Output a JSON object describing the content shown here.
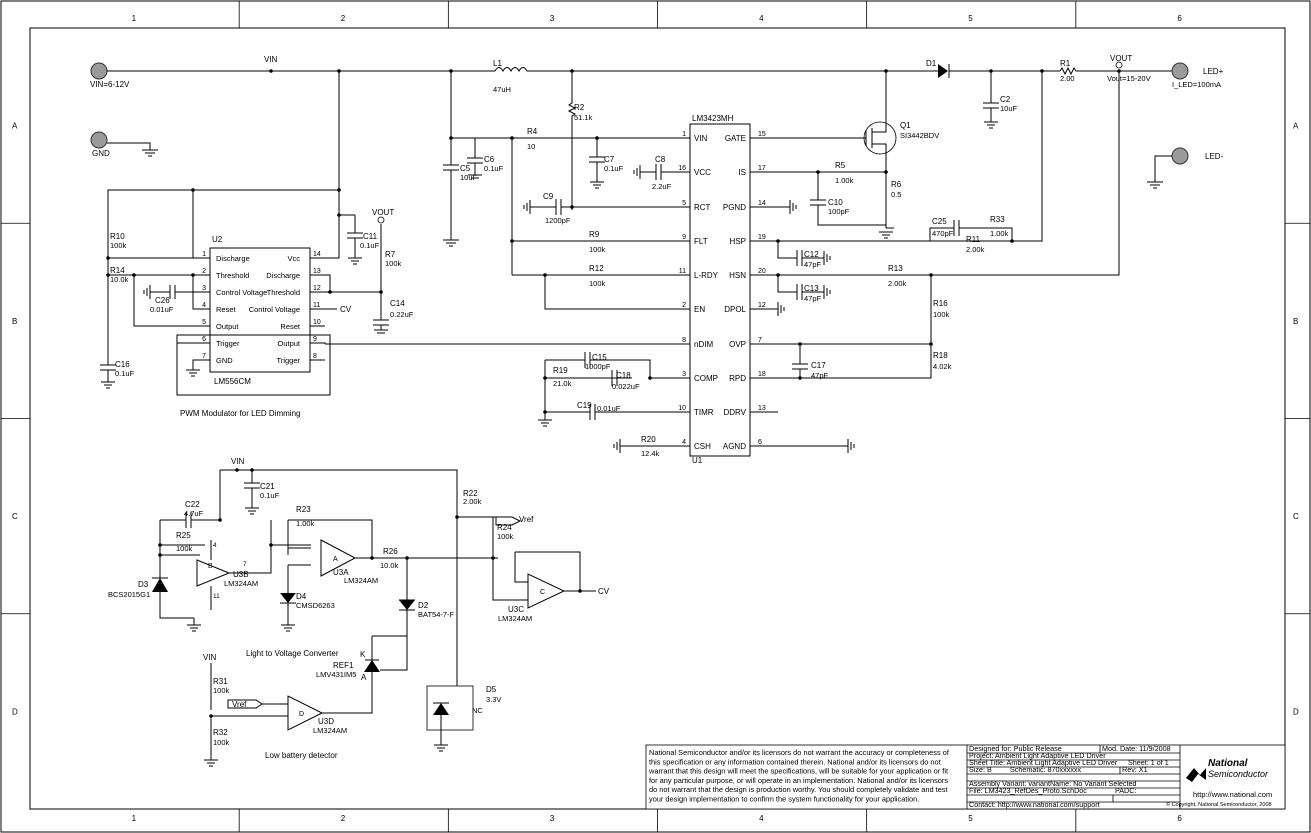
{
  "grid": {
    "columns": [
      "1",
      "2",
      "3",
      "4",
      "5",
      "6"
    ],
    "rows": [
      "A",
      "B",
      "C",
      "D"
    ]
  },
  "connectors": {
    "vin_pad": "VIN=6-12V",
    "gnd_pad": "GND",
    "led_plus": "LED+",
    "led_minus": "LED-",
    "vin_net": "VIN",
    "vout_net": "VOUT",
    "vout_range": "Vout=15-20V",
    "i_led": "I_LED=100mA"
  },
  "main_ic": {
    "part": "LM3423MH",
    "ref": "U1",
    "left_pins": [
      {
        "num": "1",
        "name": "VIN"
      },
      {
        "num": "16",
        "name": "VCC"
      },
      {
        "num": "5",
        "name": "RCT"
      },
      {
        "num": "9",
        "name": "FLT"
      },
      {
        "num": "11",
        "name": "L-RDY"
      },
      {
        "num": "2",
        "name": "EN"
      },
      {
        "num": "8",
        "name": "nDIM"
      },
      {
        "num": "3",
        "name": "COMP"
      },
      {
        "num": "10",
        "name": "TIMR"
      },
      {
        "num": "4",
        "name": "CSH"
      }
    ],
    "right_pins": [
      {
        "num": "15",
        "name": "GATE"
      },
      {
        "num": "17",
        "name": "IS"
      },
      {
        "num": "14",
        "name": "PGND"
      },
      {
        "num": "19",
        "name": "HSP"
      },
      {
        "num": "20",
        "name": "HSN"
      },
      {
        "num": "12",
        "name": "DPOL"
      },
      {
        "num": "7",
        "name": "OVP"
      },
      {
        "num": "18",
        "name": "RPD"
      },
      {
        "num": "13",
        "name": "DDRV"
      },
      {
        "num": "6",
        "name": "AGND"
      }
    ]
  },
  "timer_ic": {
    "ref": "U2",
    "part": "LM556CM",
    "left_pins": [
      {
        "num": "1",
        "name": "Discharge"
      },
      {
        "num": "2",
        "name": "Threshold"
      },
      {
        "num": "3",
        "name": "Control Voltage"
      },
      {
        "num": "4",
        "name": "Reset"
      },
      {
        "num": "5",
        "name": "Output"
      },
      {
        "num": "6",
        "name": "Trigger"
      },
      {
        "num": "7",
        "name": "GND"
      }
    ],
    "right_pins": [
      {
        "num": "14",
        "name": "Vcc"
      },
      {
        "num": "13",
        "name": "Discharge"
      },
      {
        "num": "12",
        "name": "Threshold"
      },
      {
        "num": "11",
        "name": "Control Voltage"
      },
      {
        "num": "10",
        "name": "Reset"
      },
      {
        "num": "9",
        "name": "Output"
      },
      {
        "num": "8",
        "name": "Trigger"
      }
    ],
    "caption": "PWM Modulator for LED Dimming"
  },
  "components": {
    "L1": {
      "ref": "L1",
      "value": "47uH"
    },
    "D1": {
      "ref": "D1"
    },
    "Q1": {
      "ref": "Q1",
      "value": "SI3442BDV"
    },
    "R1": {
      "ref": "R1",
      "value": "2.00"
    },
    "C2": {
      "ref": "C2",
      "value": "10uF"
    },
    "R2": {
      "ref": "R2",
      "value": "51.1k"
    },
    "R4": {
      "ref": "R4",
      "value": "10"
    },
    "C5": {
      "ref": "C5",
      "value": "10uF"
    },
    "C6": {
      "ref": "C6",
      "value": "0.1uF"
    },
    "C7": {
      "ref": "C7",
      "value": "0.1uF"
    },
    "C8": {
      "ref": "C8",
      "value": "2.2uF"
    },
    "C9": {
      "ref": "C9",
      "value": "1200pF"
    },
    "R5": {
      "ref": "R5",
      "value": "1.00k"
    },
    "R6": {
      "ref": "R6",
      "value": "0.5"
    },
    "C10": {
      "ref": "C10",
      "value": "100pF"
    },
    "C25": {
      "ref": "C25",
      "value": "470pF"
    },
    "R33": {
      "ref": "R33",
      "value": "1.00k"
    },
    "R11": {
      "ref": "R11",
      "value": "2.00k"
    },
    "C12": {
      "ref": "C12",
      "value": "47pF"
    },
    "C13": {
      "ref": "C13",
      "value": "47pF"
    },
    "R13": {
      "ref": "R13",
      "value": "2.00k"
    },
    "R16": {
      "ref": "R16",
      "value": "100k"
    },
    "R18": {
      "ref": "R18",
      "value": "4.02k"
    },
    "C17": {
      "ref": "C17",
      "value": "47pF"
    },
    "R9": {
      "ref": "R9",
      "value": "100k"
    },
    "R12": {
      "ref": "R12",
      "value": "100k"
    },
    "C15": {
      "ref": "C15",
      "value": "1000pF"
    },
    "R19": {
      "ref": "R19",
      "value": "21.0k"
    },
    "C18": {
      "ref": "C18",
      "value": "0.022uF"
    },
    "C19": {
      "ref": "C19",
      "value": "0.01uF"
    },
    "R20": {
      "ref": "R20",
      "value": "12.4k"
    },
    "R10": {
      "ref": "R10",
      "value": "100k"
    },
    "R14": {
      "ref": "R14",
      "value": "10.0k"
    },
    "C26": {
      "ref": "C26",
      "value": "0.01uF"
    },
    "C16": {
      "ref": "C16",
      "value": "0.1uF"
    },
    "C11": {
      "ref": "C11",
      "value": "0.1uF"
    },
    "R7": {
      "ref": "R7",
      "value": "100k"
    },
    "C14": {
      "ref": "C14",
      "value": "0.22uF"
    },
    "C21": {
      "ref": "C21",
      "value": "0.1uF"
    },
    "C22": {
      "ref": "C22",
      "value": "4.7uF"
    },
    "R25": {
      "ref": "R25",
      "value": "100k"
    },
    "D3": {
      "ref": "D3",
      "value": "BCS2015G1"
    },
    "U3B": {
      "ref": "U3B",
      "value": "LM324AM"
    },
    "R23": {
      "ref": "R23",
      "value": "1.00k"
    },
    "U3A": {
      "ref": "U3A",
      "value": "LM324AM"
    },
    "D4": {
      "ref": "D4",
      "value": "CMSD6263"
    },
    "R26": {
      "ref": "R26",
      "value": "10.0k"
    },
    "D2": {
      "ref": "D2",
      "value": "BAT54-7-F"
    },
    "R22": {
      "ref": "R22",
      "value": "2.00k"
    },
    "R24": {
      "ref": "R24",
      "value": "100k"
    },
    "U3C": {
      "ref": "U3C",
      "value": "LM324AM"
    },
    "REF1": {
      "ref": "REF1",
      "value": "LMV431IM5"
    },
    "D5": {
      "ref": "D5",
      "value": "3.3V"
    },
    "R31": {
      "ref": "R31",
      "value": "100k"
    },
    "R32": {
      "ref": "R32",
      "value": "100k"
    },
    "U3D": {
      "ref": "U3D",
      "value": "LM324AM"
    }
  },
  "nets": {
    "cv": "CV",
    "vref": "Vref",
    "nc": "NC",
    "k": "K",
    "a": "A"
  },
  "captions": {
    "light_to_voltage": "Light to Voltage Converter",
    "low_battery": "Low battery detector"
  },
  "disclaimer": [
    "National Semiconductor and/or its licensors do not warrant the accuracy or completeness of",
    "this specification or any information contained therein. National and/or its licensors do not",
    "warrant that this design will meet the specifications, will be suitable for your application or fit",
    "for any particular purpose, or will operate in an implementation. National and/or its licensors",
    "do not warrant that the design is production worthy. You should completely validate and test",
    "your design implementation to confirm the system functionality for your application."
  ],
  "title_block": {
    "designed_for": "Designed for: Public Release",
    "mod_date": "Mod. Date: 11/9/2008",
    "project": "Project:  Ambient Light Adaptive LED Driver",
    "sheet_title": "Sheet Title: Ambient Light Adaptive LED Driver",
    "sheet": "Sheet: 1  of  1",
    "size": "Size: B",
    "schematic": "Schematic: 870xxxxxx",
    "rev": "Rev: X1",
    "assembly": "Assembly Variant: variantName: No Variant Selected",
    "file": "File: LM3423_RefDes_Proto.SchDoc",
    "padc": "PADC:",
    "contact": "Contact: http://www.national.com/support",
    "website": "http://www.national.com",
    "copyright": "© Copyright, National Semiconductor, 2008",
    "logo_line1": "National",
    "logo_line2": "Semiconductor"
  }
}
